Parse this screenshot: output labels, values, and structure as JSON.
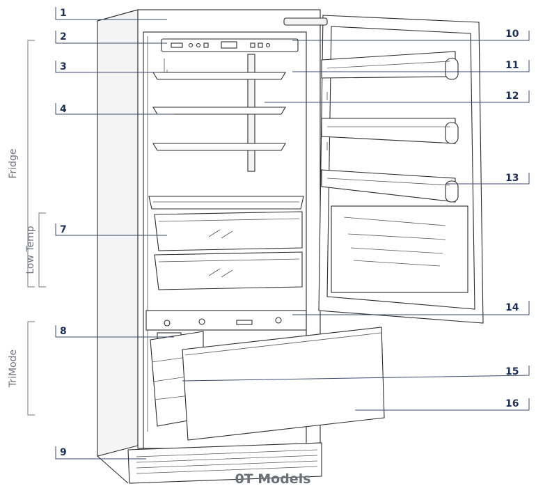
{
  "callouts": [
    {
      "label": "1"
    },
    {
      "label": "2"
    },
    {
      "label": "3"
    },
    {
      "label": "4"
    },
    {
      "label": "7"
    },
    {
      "label": "8"
    },
    {
      "label": "9"
    },
    {
      "label": "10"
    },
    {
      "label": "11"
    },
    {
      "label": "12"
    },
    {
      "label": "13"
    },
    {
      "label": "14"
    },
    {
      "label": "15"
    },
    {
      "label": "16"
    }
  ],
  "zones": {
    "fridge": "Fridge",
    "low_temp": "Low Temp",
    "trimode": "TriMode"
  },
  "caption": "0T Models",
  "colors": {
    "callout_text": "#1e2f5a",
    "zone_text": "#6f747c",
    "outline": "#2b2b2b"
  }
}
